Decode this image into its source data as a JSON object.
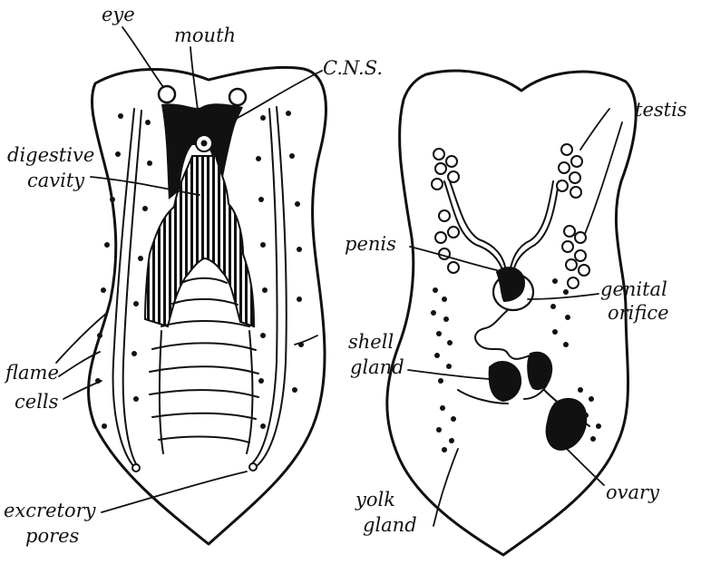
{
  "left_worm": {
    "labels": {
      "eye": "eye",
      "mouth": "mouth",
      "cns": "C.N.S.",
      "digestive_1": "digestive",
      "digestive_2": "cavity",
      "flame_1": "flame",
      "flame_2": "cells",
      "excretory_1": "excretory",
      "excretory_2": "pores"
    }
  },
  "right_worm": {
    "labels": {
      "testis": "testis",
      "penis": "penis",
      "genital_1": "genital",
      "genital_2": "orifice",
      "shell_1": "shell",
      "shell_2": "gland",
      "yolk_1": "yolk",
      "yolk_2": "gland",
      "ovary": "ovary"
    }
  },
  "colors": {
    "ink": "#111111",
    "paper": "#ffffff"
  }
}
